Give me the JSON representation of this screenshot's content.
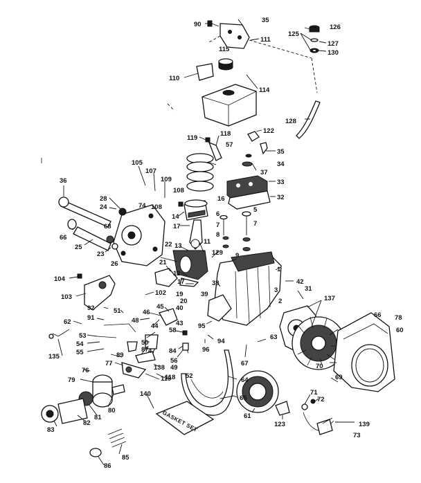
{
  "diagram": {
    "labels": [
      {
        "text": "90"
      },
      {
        "text": "35"
      },
      {
        "text": "126"
      },
      {
        "text": "125"
      },
      {
        "text": "127"
      },
      {
        "text": "130"
      },
      {
        "text": "111"
      },
      {
        "text": "115"
      },
      {
        "text": "110"
      },
      {
        "text": "114"
      },
      {
        "text": "128"
      },
      {
        "text": "122"
      },
      {
        "text": "119"
      },
      {
        "text": "118"
      },
      {
        "text": "57"
      },
      {
        "text": "35"
      },
      {
        "text": "34"
      },
      {
        "text": "37"
      },
      {
        "text": "33"
      },
      {
        "text": "32"
      },
      {
        "text": "105"
      },
      {
        "text": "107"
      },
      {
        "text": "109"
      },
      {
        "text": "108"
      },
      {
        "text": "74"
      },
      {
        "text": "108"
      },
      {
        "text": "16"
      },
      {
        "text": "5"
      },
      {
        "text": "36"
      },
      {
        "text": "28"
      },
      {
        "text": "24"
      },
      {
        "text": "14"
      },
      {
        "text": "6"
      },
      {
        "text": "7"
      },
      {
        "text": "17"
      },
      {
        "text": "7"
      },
      {
        "text": "8"
      },
      {
        "text": "68"
      },
      {
        "text": "25"
      },
      {
        "text": "66"
      },
      {
        "text": "23"
      },
      {
        "text": "22"
      },
      {
        "text": "11"
      },
      {
        "text": "13"
      },
      {
        "text": "129"
      },
      {
        "text": "9"
      },
      {
        "text": "26"
      },
      {
        "text": "21"
      },
      {
        "text": "12"
      },
      {
        "text": "1"
      },
      {
        "text": "104"
      },
      {
        "text": "103"
      },
      {
        "text": "102"
      },
      {
        "text": "17"
      },
      {
        "text": "38"
      },
      {
        "text": "42"
      },
      {
        "text": "31"
      },
      {
        "text": "137"
      },
      {
        "text": "19"
      },
      {
        "text": "39"
      },
      {
        "text": "20"
      },
      {
        "text": "40"
      },
      {
        "text": "3"
      },
      {
        "text": "2"
      },
      {
        "text": "92"
      },
      {
        "text": "51"
      },
      {
        "text": "45"
      },
      {
        "text": "46"
      },
      {
        "text": "48"
      },
      {
        "text": "91"
      },
      {
        "text": "62"
      },
      {
        "text": "44"
      },
      {
        "text": "43"
      },
      {
        "text": "95"
      },
      {
        "text": "66"
      },
      {
        "text": "78"
      },
      {
        "text": "60"
      },
      {
        "text": "53"
      },
      {
        "text": "58"
      },
      {
        "text": "94"
      },
      {
        "text": "54"
      },
      {
        "text": "55"
      },
      {
        "text": "50"
      },
      {
        "text": "47"
      },
      {
        "text": "84"
      },
      {
        "text": "135"
      },
      {
        "text": "89"
      },
      {
        "text": "87"
      },
      {
        "text": "56"
      },
      {
        "text": "63"
      },
      {
        "text": "77"
      },
      {
        "text": "49"
      },
      {
        "text": "52"
      },
      {
        "text": "96"
      },
      {
        "text": "67"
      },
      {
        "text": "70"
      },
      {
        "text": "76"
      },
      {
        "text": "138"
      },
      {
        "text": "79"
      },
      {
        "text": "118"
      },
      {
        "text": "119"
      },
      {
        "text": "64"
      },
      {
        "text": "69"
      },
      {
        "text": "140"
      },
      {
        "text": "80"
      },
      {
        "text": "65"
      },
      {
        "text": "71"
      },
      {
        "text": "72"
      },
      {
        "text": "81"
      },
      {
        "text": "83"
      },
      {
        "text": "82"
      },
      {
        "text": "61"
      },
      {
        "text": "123"
      },
      {
        "text": "139"
      },
      {
        "text": "73"
      },
      {
        "text": "85"
      },
      {
        "text": "86"
      }
    ],
    "gasket_set_text": "GASKET SET"
  }
}
